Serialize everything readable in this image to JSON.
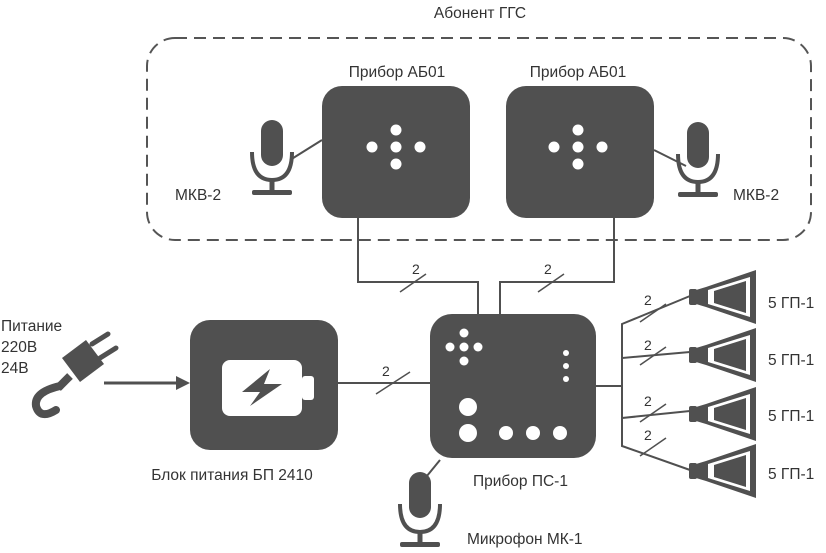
{
  "subscriber_group": {
    "label": "Абонент ГГС"
  },
  "devices": {
    "ab01_left": {
      "label": "Прибор АБ01"
    },
    "ab01_right": {
      "label": "Прибор АБ01"
    },
    "ps1": {
      "label": "Прибор ПС-1"
    },
    "power_unit": {
      "label": "Блок питания БП 2410"
    }
  },
  "microphones": {
    "mkv_left": {
      "label": "МКВ-2"
    },
    "mkv_right": {
      "label": "МКВ-2"
    },
    "mk1": {
      "label": "Микрофон МК-1"
    }
  },
  "power_input": {
    "line1": "Питание",
    "line2": "220В",
    "line3": "24В"
  },
  "wire_counts": {
    "ab01_left_to_ps1": "2",
    "ab01_right_to_ps1": "2",
    "power_to_ps1": "2",
    "speaker_1": "2",
    "speaker_2": "2",
    "speaker_3": "2",
    "speaker_4": "2"
  },
  "speakers": [
    {
      "label": "5 ГП-1"
    },
    {
      "label": "5 ГП-1"
    },
    {
      "label": "5 ГП-1"
    },
    {
      "label": "5 ГП-1"
    }
  ],
  "colors": {
    "device_fill": "#505050",
    "text": "#333333",
    "background": "#ffffff"
  }
}
